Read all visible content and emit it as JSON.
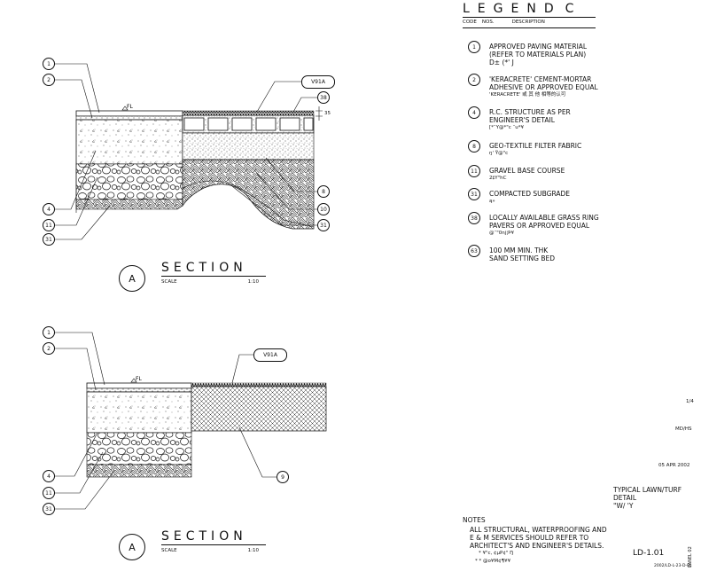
{
  "legend": {
    "title": "LEGEND",
    "title_suffix": "C",
    "col_code": "CODE",
    "col_nos": "NOS.",
    "col_description": "DESCRIPTION",
    "items": [
      {
        "code": "1",
        "lines": [
          "APPROVED PAVING MATERIAL",
          "(REFER TO MATERIALS PLAN)",
          "D±                    (*'             J"
        ]
      },
      {
        "code": "2",
        "lines": [
          "'KERACRETE' CEMENT-MORTAR",
          "ADHESIVE OR APPROVED EQUAL",
          "'KERACRETE'     或 其 他 相等的认可"
        ]
      },
      {
        "code": "4",
        "lines": [
          "R.C. STRUCTURE AS PER",
          "ENGINEER'S DETAIL",
          "[*¨Y@*\"c             ¨u*¥"
        ]
      },
      {
        "code": "8",
        "lines": [
          "GEO-TEXTILE FILTER FABRIC",
          "ŋ' Ÿ@\"c"
        ]
      },
      {
        "code": "11",
        "lines": [
          "GRAVEL BASE COURSE",
          "2‡Y\"hC"
        ]
      },
      {
        "code": "31",
        "lines": [
          "COMPACTED SUBGRADE",
          "ą»"
        ]
      },
      {
        "code": "38",
        "lines": [
          "LOCALLY AVAILABLE GRASS RING",
          "PAVERS OR APPROVED EQUAL",
          "@¨\"0nj¦Þ¥"
        ]
      },
      {
        "code": "63",
        "lines": [
          "100 MM MIN. THK",
          "SAND SETTING BED"
        ]
      }
    ]
  },
  "section_top": {
    "word": "SECTION",
    "marker": "A",
    "scale_label": "SCALE",
    "scale_value": "1:10",
    "fl_label": "FL",
    "tag": "V91A",
    "callouts_left": [
      "1",
      "2",
      "4",
      "11",
      "31"
    ],
    "callouts_right": [
      "38",
      "8",
      "10",
      "31"
    ],
    "dim": "35"
  },
  "section_bottom": {
    "word": "SECTION",
    "marker": "A",
    "scale_label": "SCALE",
    "scale_value": "1:10",
    "fl_label": "FL",
    "tag": "V91A",
    "callouts_left": [
      "1",
      "2",
      "4",
      "11",
      "31"
    ],
    "callouts_right": [
      "9"
    ]
  },
  "notes": {
    "heading": "NOTES",
    "lines": [
      "ALL STRUCTURAL, WATERPROOFING AND",
      "E & M SERVICES SHOULD REFER TO",
      "ARCHITECT'S AND ENGINEER'S DETAILS.",
      "* ¥\"c, ¢µP¢\" Ŋ",
      "* * @o¥M¢¶¥¥"
    ]
  },
  "title_block": {
    "small1": "1/4",
    "small2": "MD/HS",
    "date": "05 APR 2002",
    "title_lines": [
      "TYPICAL LAWN/TURF",
      "DETAIL",
      "\"W/ 'Y"
    ],
    "drawing_no": "LD-1.01",
    "ref_no": "2002/LD-L-23-D-01",
    "side_text": "PANEL 02"
  }
}
